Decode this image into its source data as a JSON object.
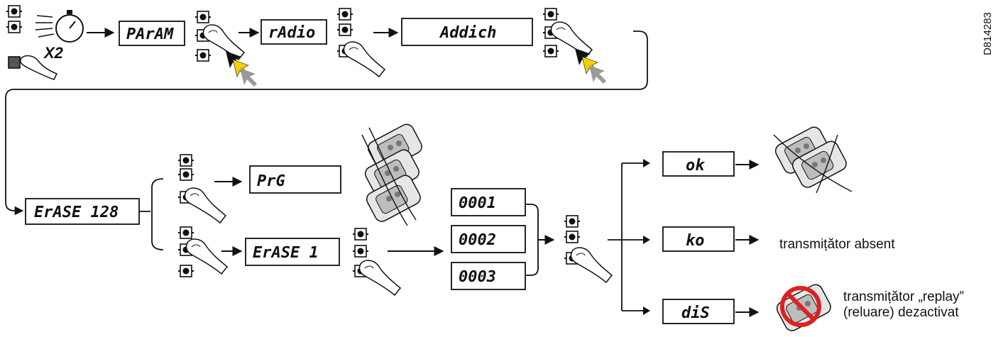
{
  "displays": {
    "param": "PArAM",
    "radio": "rAdio",
    "addich": "Addich",
    "erase128": "ErASE 128",
    "prg": "PrG",
    "erase1": "ErASE 1",
    "r0001": "0001",
    "r0002": "0002",
    "r0003": "0003",
    "ok": "ok",
    "ko": "ko",
    "dis": "diS"
  },
  "labels": {
    "x2": "X2",
    "transmitter_absent": "transmițător absent",
    "replay_line1": "transmițător „replay”",
    "replay_line2": "(reluare) dezactivat",
    "code": "D814283"
  },
  "colors": {
    "stroke": "#111111",
    "button_fill": "#ffffff",
    "button_pressed": "#555555",
    "cursor_gray": "#9a9a9a",
    "cursor_yellow": "#f2d200",
    "prohibit_red": "#e02020",
    "remote_gray": "#c8c8c8"
  },
  "icons": [
    "stopwatch-icon",
    "hand-press-icon",
    "cursor-arrow-icon",
    "remote-control-icon",
    "prohibited-icon"
  ]
}
